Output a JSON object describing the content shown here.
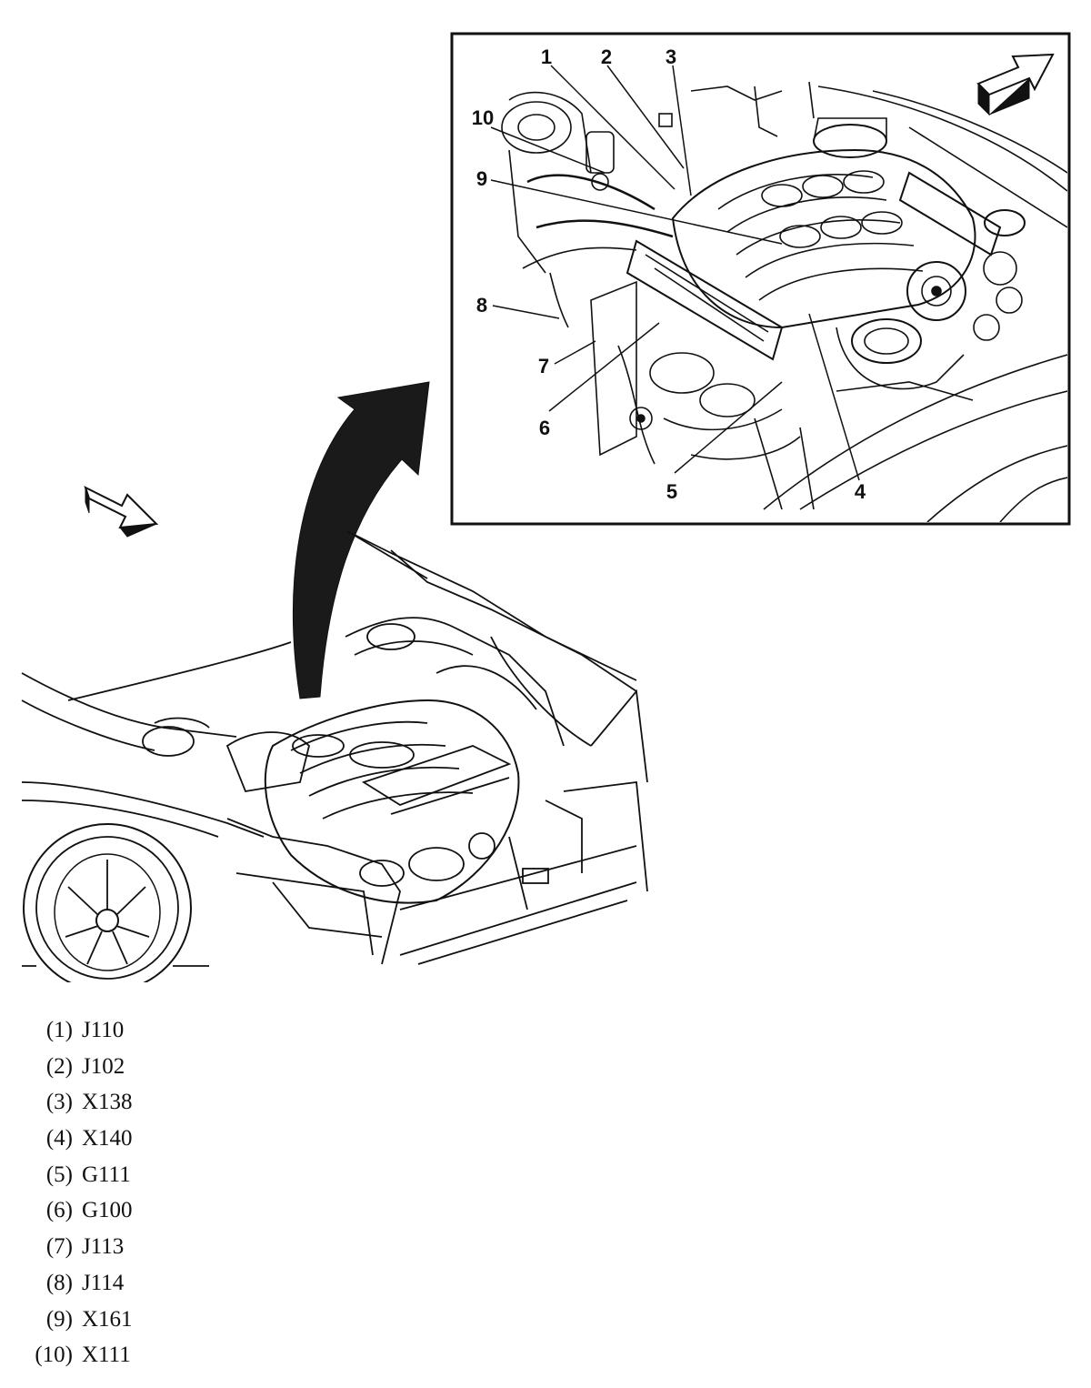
{
  "callouts": [
    "1",
    "2",
    "3",
    "4",
    "5",
    "6",
    "7",
    "8",
    "9",
    "10"
  ],
  "legend": [
    {
      "num": "(1)",
      "code": "J110"
    },
    {
      "num": "(2)",
      "code": "J102"
    },
    {
      "num": "(3)",
      "code": "X138"
    },
    {
      "num": "(4)",
      "code": "X140"
    },
    {
      "num": "(5)",
      "code": "G111"
    },
    {
      "num": "(6)",
      "code": "G100"
    },
    {
      "num": "(7)",
      "code": "J113"
    },
    {
      "num": "(8)",
      "code": "J114"
    },
    {
      "num": "(9)",
      "code": "X161"
    },
    {
      "num": "(10)",
      "code": "X111"
    }
  ]
}
